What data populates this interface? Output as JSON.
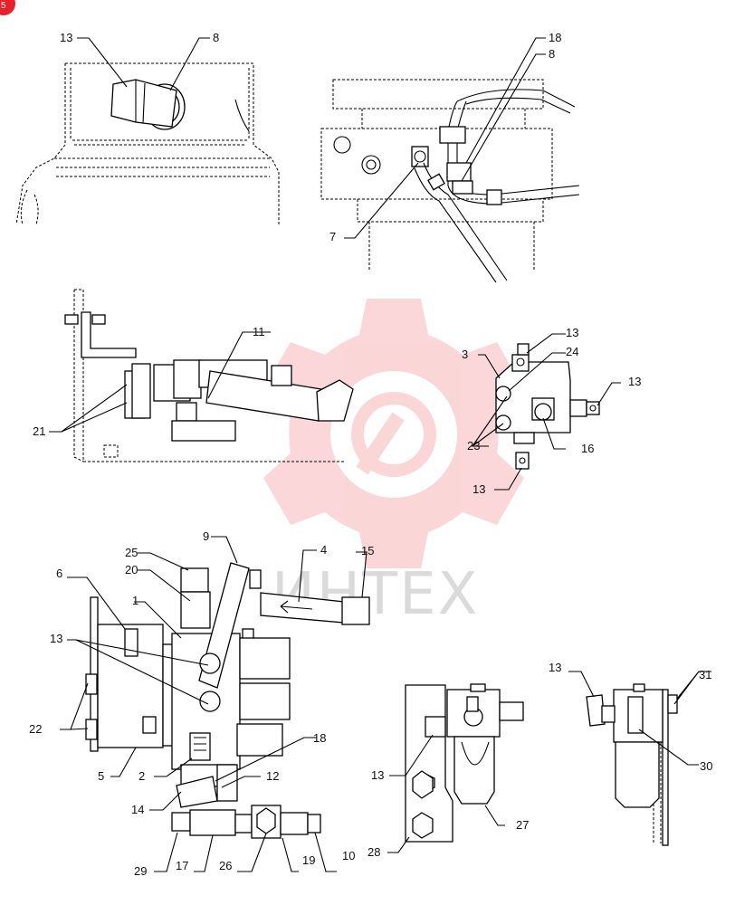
{
  "page_badge": "5",
  "watermark": {
    "text": "ИНТЕХ",
    "gear_color": "#e8202a"
  },
  "views": [
    {
      "id": "view-1",
      "labels": [
        {
          "num": "13"
        },
        {
          "num": "8"
        }
      ]
    },
    {
      "id": "view-2",
      "labels": [
        {
          "num": "18"
        },
        {
          "num": "8"
        },
        {
          "num": "7"
        }
      ]
    },
    {
      "id": "view-3",
      "labels": [
        {
          "num": "11"
        },
        {
          "num": "21"
        }
      ]
    },
    {
      "id": "view-4",
      "labels": [
        {
          "num": "3"
        },
        {
          "num": "13"
        },
        {
          "num": "24"
        },
        {
          "num": "13"
        },
        {
          "num": "23"
        },
        {
          "num": "16"
        },
        {
          "num": "13"
        }
      ]
    },
    {
      "id": "view-5",
      "labels": [
        {
          "num": "9"
        },
        {
          "num": "25"
        },
        {
          "num": "4"
        },
        {
          "num": "15"
        },
        {
          "num": "20"
        },
        {
          "num": "6"
        },
        {
          "num": "1"
        },
        {
          "num": "13"
        },
        {
          "num": "22"
        },
        {
          "num": "18"
        },
        {
          "num": "5"
        },
        {
          "num": "2"
        },
        {
          "num": "12"
        },
        {
          "num": "14"
        },
        {
          "num": "29"
        },
        {
          "num": "17"
        },
        {
          "num": "26"
        },
        {
          "num": "19"
        },
        {
          "num": "10"
        }
      ]
    },
    {
      "id": "view-6",
      "labels": [
        {
          "num": "13"
        },
        {
          "num": "27"
        },
        {
          "num": "28"
        }
      ]
    },
    {
      "id": "view-7",
      "labels": [
        {
          "num": "13"
        },
        {
          "num": "31"
        },
        {
          "num": "30"
        }
      ]
    }
  ]
}
